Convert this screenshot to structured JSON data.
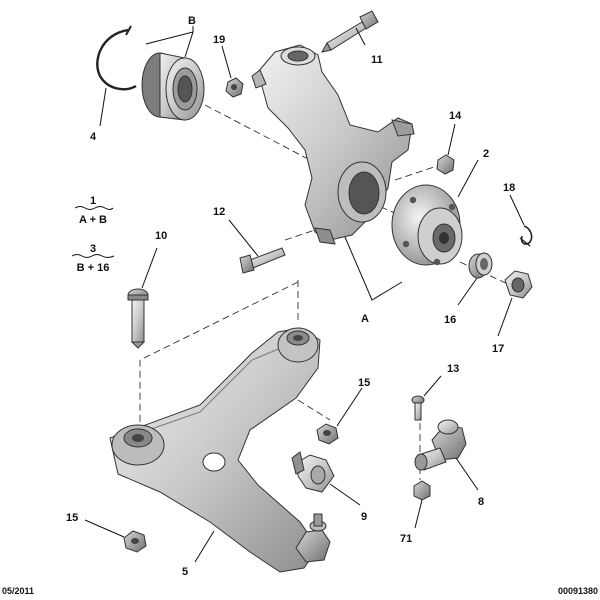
{
  "labels": {
    "b": "B",
    "n19": "19",
    "n11": "11",
    "n4": "4",
    "n14": "14",
    "n2": "2",
    "n18": "18",
    "n12": "12",
    "n10": "10",
    "n16": "16",
    "n17": "17",
    "a": "A",
    "n15a": "15",
    "n13": "13",
    "n9": "9",
    "n8": "8",
    "n15b": "15",
    "n71": "71",
    "n5": "5"
  },
  "formulas": [
    {
      "ref": "1",
      "expr": "A + B"
    },
    {
      "ref": "3",
      "expr": "B + 16"
    }
  ],
  "footer": {
    "date": "05/2011",
    "ref": "00091380"
  }
}
